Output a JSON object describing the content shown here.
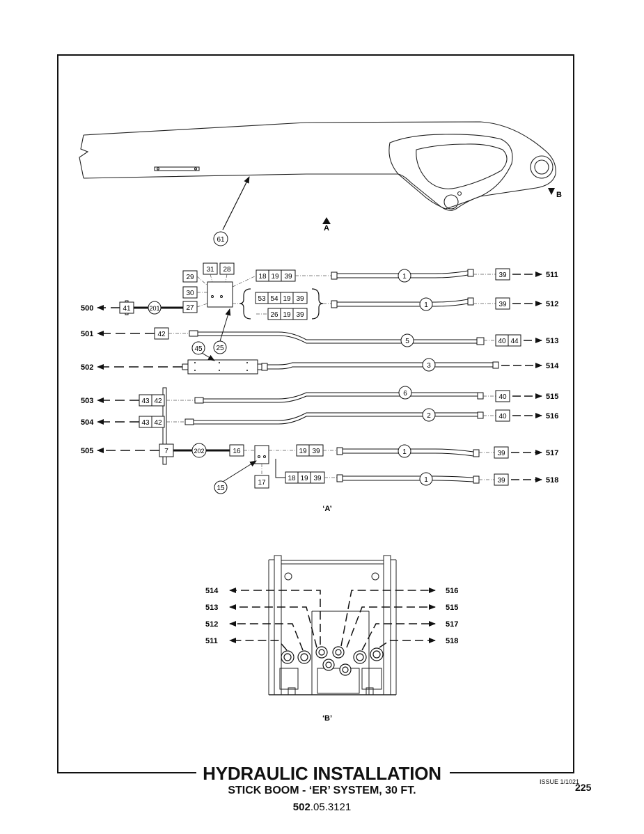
{
  "footer": {
    "title": "HYDRAULIC INSTALLATION",
    "subtitle": "STICK BOOM - ‘ER’ SYSTEM, 30 FT.",
    "doc_prefix": "502",
    "doc_suffix": ".05.3121",
    "issue": "ISSUE 1/1021",
    "page": "225"
  },
  "views": {
    "a_marker": "A",
    "b_marker": "B",
    "view_a_caption": "‘A’",
    "view_b_caption": "‘B’"
  },
  "callouts": {
    "boom": "61",
    "bracket": "25",
    "block_45": "45",
    "valve_15": "15",
    "hose_201": "201",
    "hose_202": "202"
  },
  "connections_left": {
    "c500": "500",
    "c501": "501",
    "c502": "502",
    "c503": "503",
    "c504": "504",
    "c505": "505"
  },
  "connections_right": {
    "c511": "511",
    "c512": "512",
    "c513": "513",
    "c514": "514",
    "c515": "515",
    "c516": "516",
    "c517": "517",
    "c518": "518"
  },
  "view_b_labels": {
    "left": [
      "514",
      "513",
      "512",
      "511"
    ],
    "right": [
      "516",
      "515",
      "517",
      "518"
    ]
  },
  "tube_items": {
    "t511": "1",
    "t512": "1",
    "t513": "5",
    "t514": "3",
    "t515": "6",
    "t516": "2",
    "t517": "1",
    "t518": "1"
  },
  "parts": {
    "p29": "29",
    "p31": "31",
    "p28": "28",
    "p30": "30",
    "p27": "27",
    "p41": "41",
    "p42a": "42",
    "row1": [
      "18",
      "19",
      "39"
    ],
    "row2": [
      "53",
      "54",
      "19",
      "39"
    ],
    "row3": [
      "26",
      "19",
      "39"
    ],
    "r511": "39",
    "r512": "39",
    "r513": [
      "40",
      "44"
    ],
    "r515": "40",
    "r516": "40",
    "r517": "39",
    "r518": "39",
    "l503": [
      "43",
      "42"
    ],
    "l504": [
      "43",
      "42"
    ],
    "p7": "7",
    "p16": "16",
    "p17": "17",
    "row517": [
      "19",
      "39"
    ],
    "row518": [
      "18",
      "19",
      "39"
    ]
  }
}
